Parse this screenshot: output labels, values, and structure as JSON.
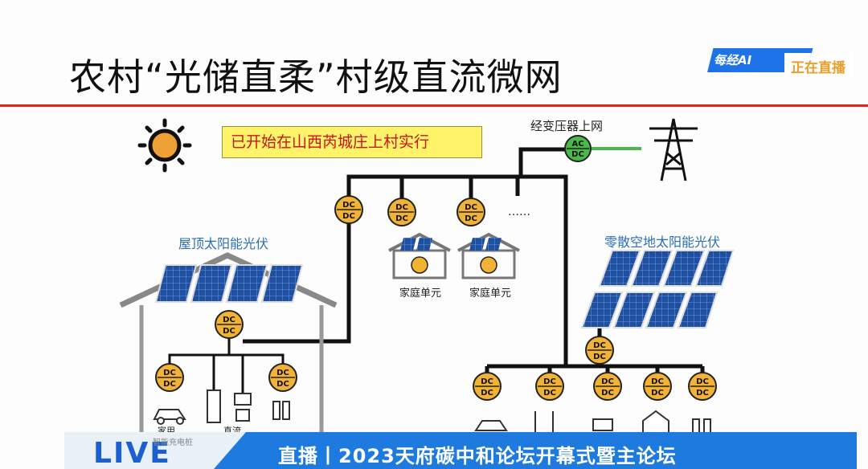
{
  "slide": {
    "title": "农村“光储直柔”村级直流微网",
    "highlight": "已开始在山西芮城庄上村实行",
    "labels": {
      "transformer": "经变压器上网",
      "rooftop": "屋顶太阳能光伏",
      "field": "零散空地太阳能光伏",
      "household_1": "家庭单元",
      "household_2": "家庭单元",
      "ellipsis": "……",
      "home_use": "家用",
      "dc_ac": "直流"
    },
    "converter": {
      "dc_top": "DC",
      "dc_bottom": "DC",
      "ac_top": "AC",
      "ac_bottom": "DC"
    }
  },
  "logo": {
    "brand": "每经AI",
    "status": "正在直播"
  },
  "ticker": {
    "live": "LIVE",
    "headline": "直播丨2023天府碳中和论坛开幕式暨主论坛",
    "small": "智能充电桩"
  },
  "colors": {
    "accent_red": "#d42a2a",
    "converter": "#f2b233",
    "grid_green": "#4bb84b",
    "panel_blue": "#1e4fa0",
    "ticker_blue": "#1f7ae0"
  }
}
